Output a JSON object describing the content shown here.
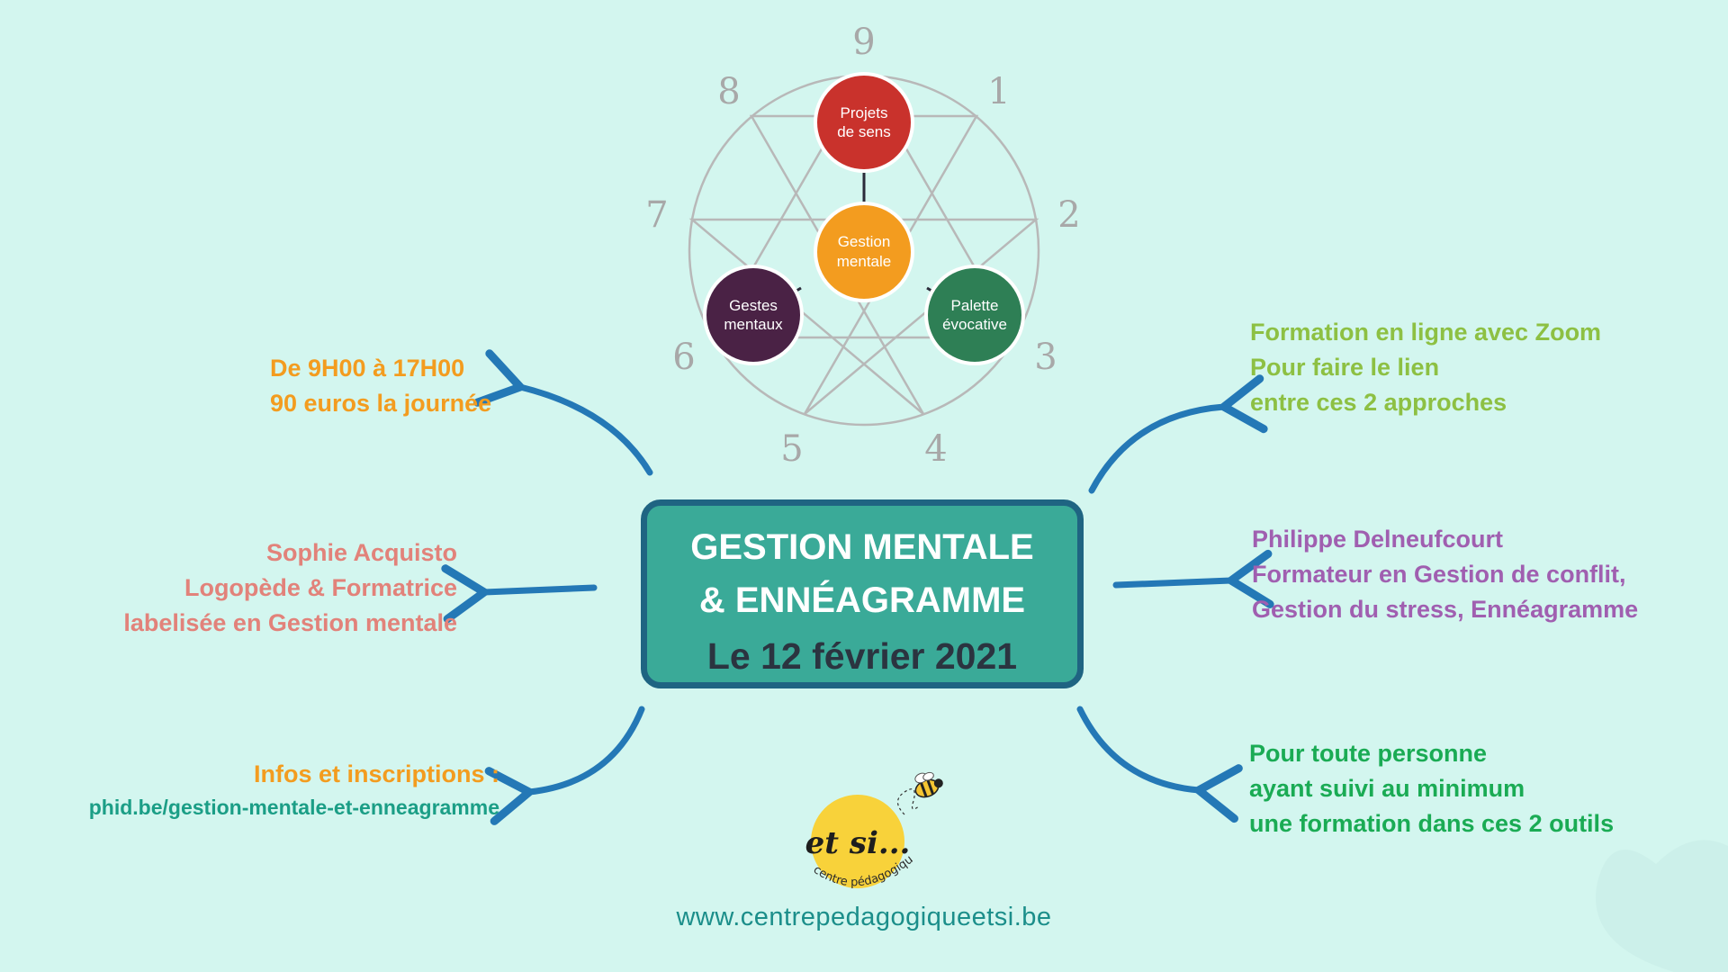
{
  "enneagram": {
    "numbers": [
      "9",
      "1",
      "2",
      "3",
      "4",
      "5",
      "6",
      "7",
      "8"
    ],
    "nodes": {
      "top": {
        "line1": "Projets",
        "line2": "de sens",
        "color": "#c9322c"
      },
      "center": {
        "line1": "Gestion",
        "line2": "mentale",
        "color": "#f39c1f"
      },
      "left": {
        "line1": "Gestes",
        "line2": "mentaux",
        "color": "#4a2245"
      },
      "right": {
        "line1": "Palette",
        "line2": "évocative",
        "color": "#2e7f55"
      }
    }
  },
  "center_box": {
    "title_line1": "GESTION MENTALE",
    "title_line2": "& ENNÉAGRAMME",
    "date": "Le 12 février 2021",
    "fill_color": "#3aaa98",
    "border_color": "#1f6482"
  },
  "schedule": {
    "line1": "De 9H00 à 17H00",
    "line2": "90 euros la journée"
  },
  "trainer_left": {
    "name": "Sophie Acquisto",
    "role": "Logopède & Formatrice",
    "label": "labelisée en Gestion mentale"
  },
  "info": {
    "heading": "Infos et inscriptions :",
    "link": "phid.be/gestion-mentale-et-enneagramme"
  },
  "format": {
    "line1": "Formation en ligne avec Zoom",
    "line2": "Pour faire le lien",
    "line3": "entre ces 2 approches"
  },
  "trainer_right": {
    "name": "Philippe Delneufcourt",
    "line2": "Formateur en Gestion de conflit,",
    "line3": "Gestion du stress, Ennéagramme"
  },
  "audience": {
    "line1": "Pour toute personne",
    "line2": "ayant suivi au minimum",
    "line3": "une formation dans ces 2 outils"
  },
  "logo": {
    "main": "et si...",
    "sub": "centre pédagogique",
    "icon": "bee-icon"
  },
  "website": "www.centrepedagogiqueetsi.be",
  "colors": {
    "background": "#d3f6ef",
    "arrow": "#2478b6",
    "orange": "#f39c1f",
    "salmon": "#e2827a",
    "teal": "#1b9e86",
    "lime": "#8dc043",
    "purple": "#a05fb0",
    "green": "#1aab54"
  }
}
